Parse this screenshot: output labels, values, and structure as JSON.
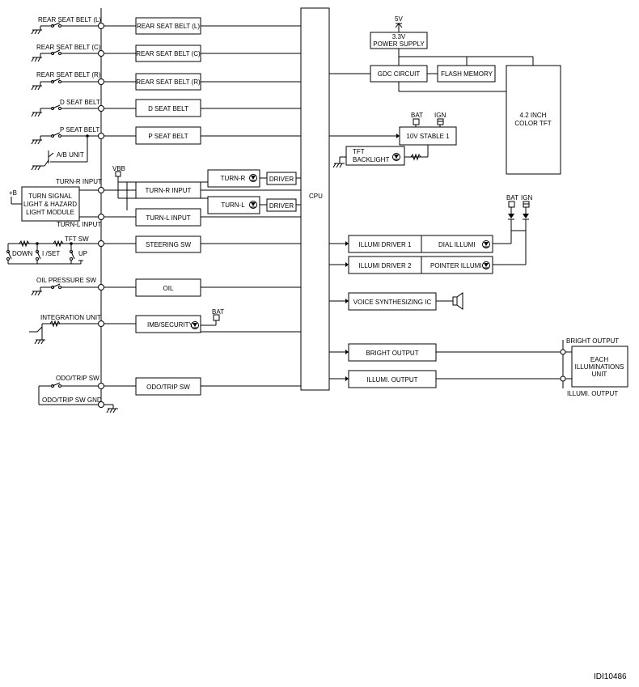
{
  "figure_id": "IDI10486",
  "cpu": "CPU",
  "inputs": {
    "rear_belt_l": "REAR SEAT BELT (L)",
    "rear_belt_c": "REAR SEAT BELT (C)",
    "rear_belt_r": "REAR SEAT BELT (R)",
    "d_belt": "D SEAT BELT",
    "p_belt": "P SEAT BELT",
    "ab_unit": "A/B UNIT",
    "vbb": "VBB",
    "turn_r_input": "TURN-R INPUT",
    "turn_l_input": "TURN-L INPUT",
    "plus_b": "+B",
    "turn_module_1": "TURN SIGNAL",
    "turn_module_2": "LIGHT & HAZARD",
    "turn_module_3": "LIGHT MODULE",
    "tft_sw": "TFT SW",
    "down": "DOWN",
    "i_set": "I /SET",
    "up": "UP",
    "oil_pressure_sw": "OIL PRESSURE SW",
    "integration_unit": "INTEGRATION UNIT",
    "bat": "BAT",
    "odo_trip_sw": "ODO/TRIP SW",
    "odo_trip_sw_gnd": "ODO/TRIP SW GND"
  },
  "boxes": {
    "rear_belt_l": "REAR SEAT BELT (L)",
    "rear_belt_c": "REAR SEAT BELT (C)",
    "rear_belt_r": "REAR SEAT BELT (R)",
    "d_belt": "D SEAT BELT",
    "p_belt": "P SEAT BELT",
    "turn_r": "TURN-R",
    "driver": "DRIVER",
    "turn_r_input": "TURN-R INPUT",
    "turn_l": "TURN-L",
    "turn_l_input": "TURN-L INPUT",
    "steering_sw": "STEERING SW",
    "oil": "OIL",
    "imb_security": "IMB/SECURITY",
    "odo_trip_sw": "ODO/TRIP SW"
  },
  "outputs": {
    "five_v": "5V",
    "ps_1": "3.3V",
    "ps_2": "POWER SUPPLY",
    "gdc": "GDC CIRCUIT",
    "flash": "FLASH MEMORY",
    "tft_1": "4.2 INCH",
    "tft_2": "COLOR TFT",
    "bat": "BAT",
    "ign": "IGN",
    "stable": "10V STABLE 1",
    "backlight_1": "TFT",
    "backlight_2": "BACKLIGHT",
    "illumi_driver_1": "ILLUMI DRIVER 1",
    "dial_illumi": "DIAL ILLUMI",
    "illumi_driver_2": "ILLUMI DRIVER 2",
    "pointer_illumi": "POINTER ILLUMI",
    "voice": "VOICE SYNTHESIZING IC",
    "bright_output_box": "BRIGHT OUTPUT",
    "illumi_output_box": "ILLUMI. OUTPUT",
    "bright_output_label": "BRIGHT OUTPUT",
    "illumi_output_label": "ILLUMI. OUTPUT",
    "each_1": "EACH",
    "each_2": "ILLUMINATIONS",
    "each_3": "UNIT"
  }
}
